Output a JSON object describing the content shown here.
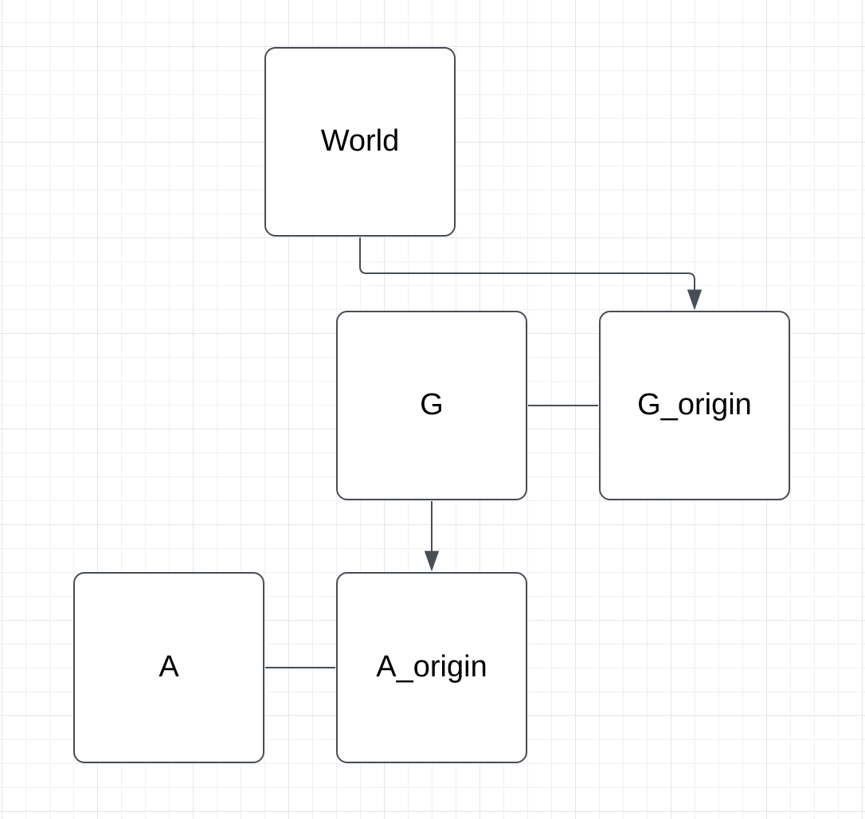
{
  "diagram": {
    "nodes": [
      {
        "id": "world",
        "label": "World"
      },
      {
        "id": "g",
        "label": "G"
      },
      {
        "id": "g_origin",
        "label": "G_origin"
      },
      {
        "id": "a",
        "label": "A"
      },
      {
        "id": "a_origin",
        "label": "A_origin"
      }
    ],
    "edges": [
      {
        "from": "World",
        "to": "G_origin",
        "style": "orthogonal",
        "arrow": "target"
      },
      {
        "from": "G",
        "to": "G_origin",
        "style": "straight",
        "arrow": "none"
      },
      {
        "from": "G",
        "to": "A_origin",
        "style": "straight",
        "arrow": "target"
      },
      {
        "from": "A",
        "to": "A_origin",
        "style": "straight",
        "arrow": "none"
      }
    ],
    "colors": {
      "stroke": "#474e57",
      "node_fill": "#ffffff",
      "label": "#000000",
      "grid_minor": "#f0f0f0",
      "grid_major": "#e3e5e7",
      "canvas": "#ffffff"
    }
  }
}
